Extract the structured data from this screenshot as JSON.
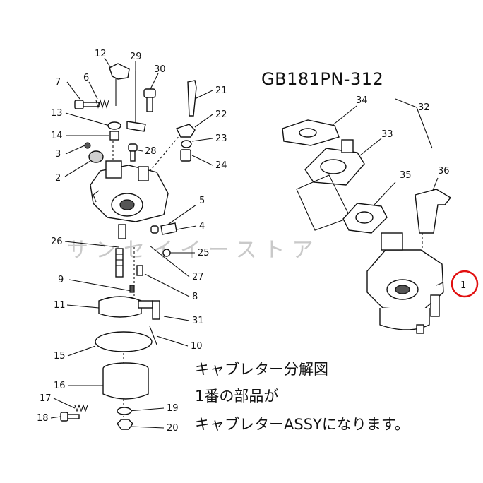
{
  "model_number": "GB181PN-312",
  "watermark": "サンセイイーストア",
  "caption_lines": [
    "キャブレター分解図",
    "1番の部品が",
    "キャブレターASSYになります。"
  ],
  "highlight": {
    "label": "1",
    "color": "#e11010"
  },
  "left_part_labels": [
    "12",
    "29",
    "30",
    "7",
    "6",
    "21",
    "13",
    "22",
    "14",
    "23",
    "3",
    "28",
    "24",
    "2",
    "5",
    "4",
    "26",
    "25",
    "27",
    "9",
    "8",
    "11",
    "31",
    "10",
    "15",
    "16",
    "17",
    "19",
    "18",
    "20"
  ],
  "right_part_labels": [
    "34",
    "32",
    "33",
    "35",
    "36"
  ]
}
